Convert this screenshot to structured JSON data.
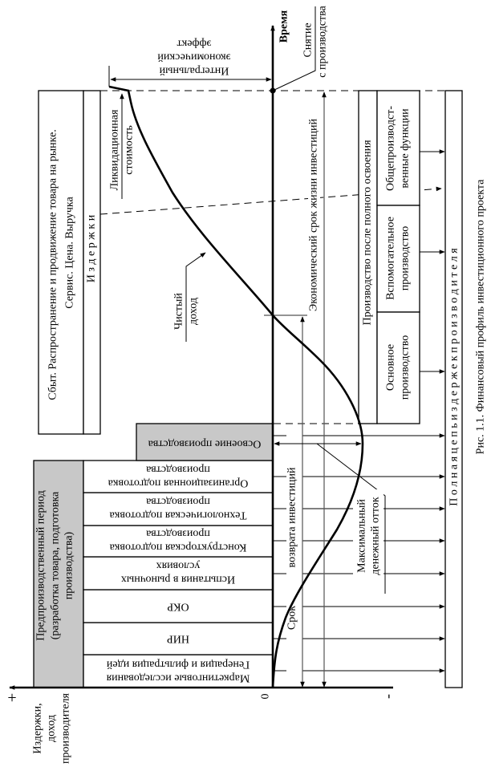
{
  "axis": {
    "time_label": "Время",
    "y_label": [
      "Издержки,",
      "доход",
      "производителя"
    ],
    "plus": "+",
    "zero": "0",
    "minus": "-"
  },
  "withdrawal": [
    "Снятие",
    "с производства"
  ],
  "integral_effect": [
    "Интегральный",
    "экономический",
    "эффект"
  ],
  "liquidation": [
    "Ликвидационная",
    "стоимость"
  ],
  "net_income": [
    "Чистый",
    "доход"
  ],
  "sales": [
    "Сбыт. Распространение и продвижение товара на рынке.",
    "Сервис. Цена. Выручка"
  ],
  "costs": "И з д е р ж к и",
  "production": {
    "title": "Производство после полного   освоения",
    "general": [
      "Общепроизводст-",
      "венные функции"
    ],
    "auxiliary": [
      "Вспомогательное",
      "производство"
    ],
    "main": [
      "Основное",
      "производство"
    ]
  },
  "economic_life": "Экономический срок   жизни инвестиций",
  "payback": [
    "Срок",
    "возврата инвестиций"
  ],
  "max_outflow": [
    "Максимальный",
    "денежный отток"
  ],
  "mastering": "Освоение производства",
  "preproduction": [
    "Предпроизводственный период",
    "(разработка товара, подготовка",
    "производства)"
  ],
  "stages": [
    [
      "Маркетинговые исследования",
      "Генерация и фильтрация идей"
    ],
    [
      "НИР"
    ],
    [
      "ОКР"
    ],
    [
      "Испытания в рыночных",
      "условиях"
    ],
    [
      "Конструкторская подготовка",
      "производства"
    ],
    [
      "Технологическая подготовка",
      "производства"
    ],
    [
      "Организационная подготовка",
      "производства"
    ]
  ],
  "full_chain": "П о л н а я    ц е п ь    и з д е р ж е к    п р о и з в о д и т е л я",
  "caption": "Рис. 1.1. Финансовый профиль инвестиционного проекта"
}
